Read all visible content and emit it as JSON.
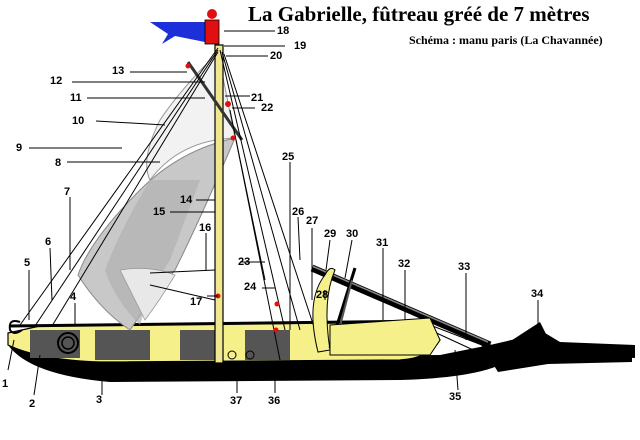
{
  "header": {
    "title": "La Gabrielle, fûtreau gréé de 7 mètres",
    "subtitle": "Schéma : manu paris (La Chavannée)"
  },
  "callouts": [
    "1",
    "2",
    "3",
    "4",
    "5",
    "6",
    "7",
    "8",
    "9",
    "10",
    "11",
    "12",
    "13",
    "14",
    "15",
    "16",
    "17",
    "18",
    "19",
    "20",
    "21",
    "22",
    "23",
    "24",
    "25",
    "26",
    "27",
    "28",
    "29",
    "30",
    "31",
    "32",
    "33",
    "34",
    "35",
    "36",
    "37"
  ],
  "colors": {
    "hull_dark": "#555555",
    "hull_yellow": "#f5f08a",
    "sail_gray": "#c8c8c8",
    "mast_yellow": "#f0e890",
    "flag_blue": "#1c2fd9",
    "flag_red": "#e01010",
    "water_black": "#000000"
  }
}
